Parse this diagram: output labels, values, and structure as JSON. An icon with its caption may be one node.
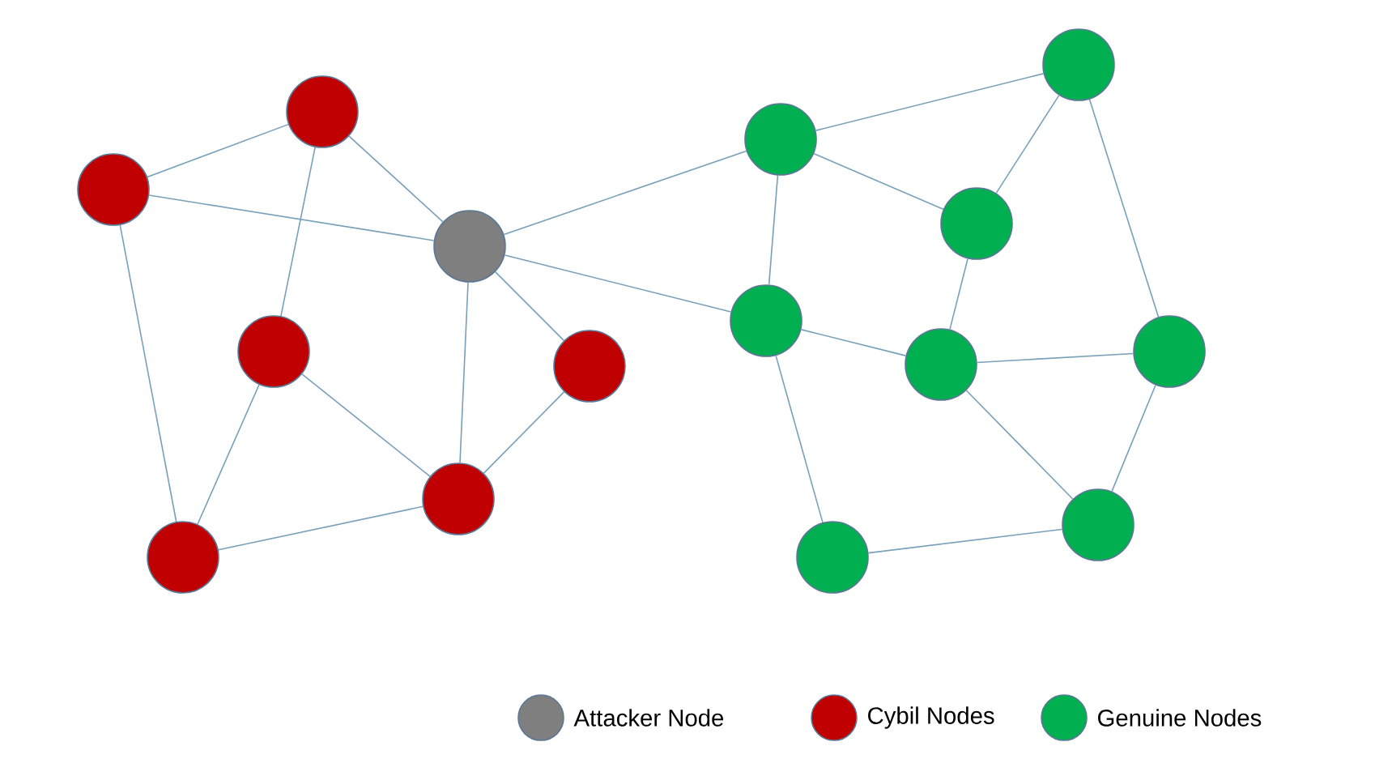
{
  "diagram": {
    "nodes": [
      {
        "text": [],
        "shape": "circle"
      },
      {
        "text": [],
        "shape": "circle"
      },
      {
        "text": [],
        "shape": "circle"
      },
      {
        "text": [],
        "shape": "circle"
      },
      {
        "text": [],
        "shape": "circle"
      },
      {
        "text": [],
        "shape": "circle"
      },
      {
        "text": [],
        "shape": "circle"
      },
      {
        "text": [],
        "shape": "circle"
      },
      {
        "text": [],
        "shape": "circle"
      },
      {
        "text": [],
        "shape": "circle"
      },
      {
        "text": [],
        "shape": "circle"
      },
      {
        "text": [],
        "shape": "circle"
      },
      {
        "text": [],
        "shape": "circle"
      },
      {
        "text": [],
        "shape": "circle"
      },
      {
        "text": [],
        "shape": "circle"
      }
    ],
    "edges": [
      {
        "from": 0,
        "to": 3,
        "arrow": "none"
      },
      {
        "from": 0,
        "to": 5,
        "arrow": "none"
      },
      {
        "from": 0,
        "to": 1,
        "arrow": "none"
      },
      {
        "from": 3,
        "to": 5,
        "arrow": "none"
      },
      {
        "from": 3,
        "to": 2,
        "arrow": "none"
      },
      {
        "from": 2,
        "to": 1,
        "arrow": "none"
      },
      {
        "from": 2,
        "to": 4,
        "arrow": "none"
      },
      {
        "from": 1,
        "to": 4,
        "arrow": "none"
      },
      {
        "from": 4,
        "to": 6,
        "arrow": "none"
      },
      {
        "from": 4,
        "to": 5,
        "arrow": "none"
      },
      {
        "from": 6,
        "to": 5,
        "arrow": "none"
      },
      {
        "from": 5,
        "to": 8,
        "arrow": "none"
      },
      {
        "from": 5,
        "to": 7,
        "arrow": "none"
      },
      {
        "from": 8,
        "to": 12,
        "arrow": "none"
      },
      {
        "from": 8,
        "to": 11,
        "arrow": "none"
      },
      {
        "from": 8,
        "to": 7,
        "arrow": "none"
      },
      {
        "from": 12,
        "to": 11,
        "arrow": "none"
      },
      {
        "from": 12,
        "to": 14,
        "arrow": "none"
      },
      {
        "from": 11,
        "to": 10,
        "arrow": "none"
      },
      {
        "from": 7,
        "to": 10,
        "arrow": "none"
      },
      {
        "from": 7,
        "to": 9,
        "arrow": "none"
      },
      {
        "from": 10,
        "to": 14,
        "arrow": "none"
      },
      {
        "from": 10,
        "to": 13,
        "arrow": "none"
      },
      {
        "from": 14,
        "to": 13,
        "arrow": "none"
      },
      {
        "from": 9,
        "to": 13,
        "arrow": "none"
      }
    ],
    "legend": [
      {
        "text": "Attacker Node",
        "color": "#7f7f7f"
      },
      {
        "text": "Cybil Nodes",
        "color": "#c00000"
      },
      {
        "text": "Genuine Nodes",
        "color": "#00b050"
      }
    ]
  }
}
